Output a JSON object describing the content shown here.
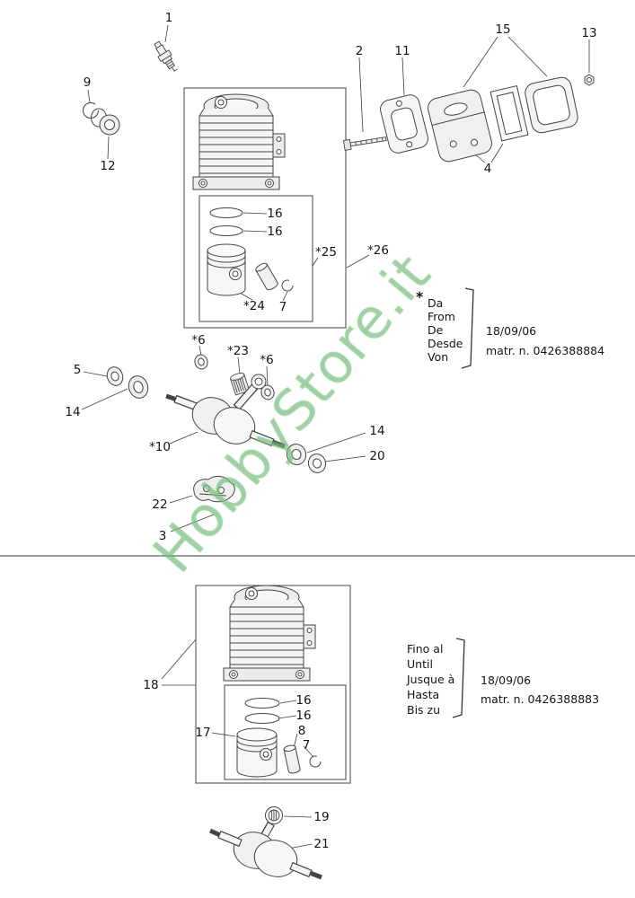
{
  "watermark": {
    "text": "HobbyStore.it",
    "color": "#74be7e"
  },
  "callouts": {
    "c1": "1",
    "c9": "9",
    "c12": "12",
    "c2": "2",
    "c11": "11",
    "c15": "15",
    "c13": "13",
    "c4": "4",
    "c16a": "16",
    "c16b": "16",
    "c25": "*25",
    "c26": "*26",
    "c24": "*24",
    "c7a": "7",
    "c6a": "*6",
    "c23": "*23",
    "c6b": "*6",
    "c5": "5",
    "c14a": "14",
    "c10": "*10",
    "c14b": "14",
    "c20": "20",
    "c22": "22",
    "c3": "3",
    "c18": "18",
    "c16c": "16",
    "c16d": "16",
    "c8": "8",
    "c7b": "7",
    "c17": "17",
    "c19": "19",
    "c21": "21"
  },
  "note_from": {
    "marker": "*",
    "lines": [
      "Da",
      "From",
      "De",
      "Desde",
      "Von"
    ],
    "date": "18/09/06",
    "serial": "matr. n. 0426388884"
  },
  "note_until": {
    "lines": [
      "Fino al",
      "Until",
      "Jusque à",
      "Hasta",
      "Bis zu"
    ],
    "date": "18/09/06",
    "serial": "matr. n. 0426388883"
  }
}
